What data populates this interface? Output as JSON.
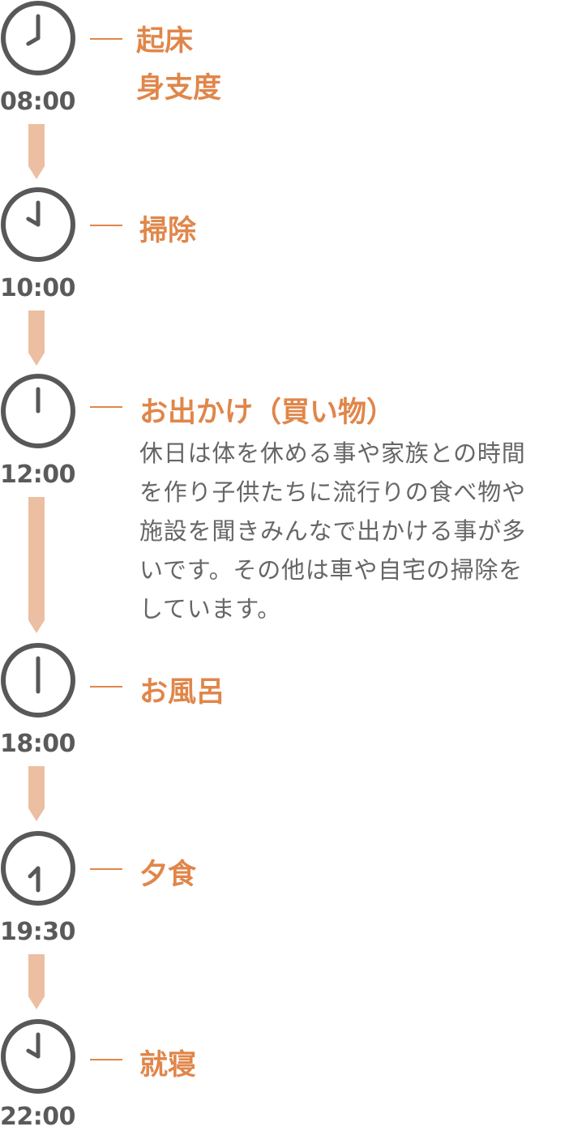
{
  "accent_color": "#e0864a",
  "arrow_color": "#ecbea2",
  "clock_color": "#585858",
  "schedule": [
    {
      "time": "08:00",
      "hour": 8,
      "minute": 0,
      "title_lines": [
        "起床",
        "身支度"
      ],
      "clock_icon": "clock-icon"
    },
    {
      "time": "10:00",
      "hour": 10,
      "minute": 0,
      "title_lines": [
        "掃除"
      ],
      "clock_icon": "clock-icon"
    },
    {
      "time": "12:00",
      "hour": 12,
      "minute": 0,
      "title_lines": [
        "お出かけ（買い物）"
      ],
      "clock_icon": "clock-icon",
      "description_lines": [
        "休日は体を休める事や家族との時間",
        "を作り子供たちに流行りの食べ物や",
        "施設を聞きみんなで出かける事が多",
        "いです。その他は車や自宅の掃除を",
        "しています。"
      ]
    },
    {
      "time": "18:00",
      "hour": 18,
      "minute": 0,
      "title_lines": [
        "お風呂"
      ],
      "clock_icon": "clock-icon"
    },
    {
      "time": "19:30",
      "hour": 19,
      "minute": 30,
      "title_lines": [
        "夕食"
      ],
      "clock_icon": "clock-icon"
    },
    {
      "time": "22:00",
      "hour": 22,
      "minute": 0,
      "title_lines": [
        "就寝"
      ],
      "clock_icon": "clock-icon"
    }
  ]
}
